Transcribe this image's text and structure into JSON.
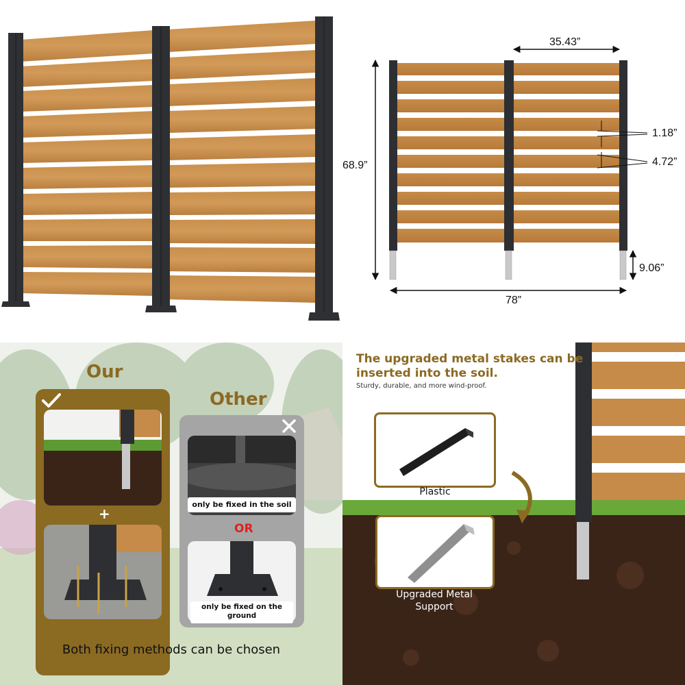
{
  "quadrant_fence": {},
  "dimensions": {
    "panel_width": "35.43”",
    "height": "68.9”",
    "gap": "1.18”",
    "board_height": "4.72”",
    "stake_length": "9.06”",
    "total_width": "78”"
  },
  "comparison": {
    "our_title": "Our",
    "other_title": "Other",
    "check_icon": "check-icon",
    "cross_icon": "cross-icon",
    "plus_sign": "+",
    "soil_caption": "only be fixed in the soil",
    "or_label": "OR",
    "ground_caption": "only be fixed on the ground",
    "footer": "Both fixing methods can be chosen",
    "accent_brown": "#8b6a22",
    "or_color": "#e02020"
  },
  "stakes": {
    "headline_line1": "The upgraded metal stakes can be",
    "headline_line2": "inserted into the soil.",
    "subtitle": "Sturdy, durable, and more wind-proof.",
    "plastic_label": "Plastic",
    "metal_label_line1": "Upgraded Metal",
    "metal_label_line2": "Support",
    "arrow_icon": "curved-arrow-icon"
  }
}
